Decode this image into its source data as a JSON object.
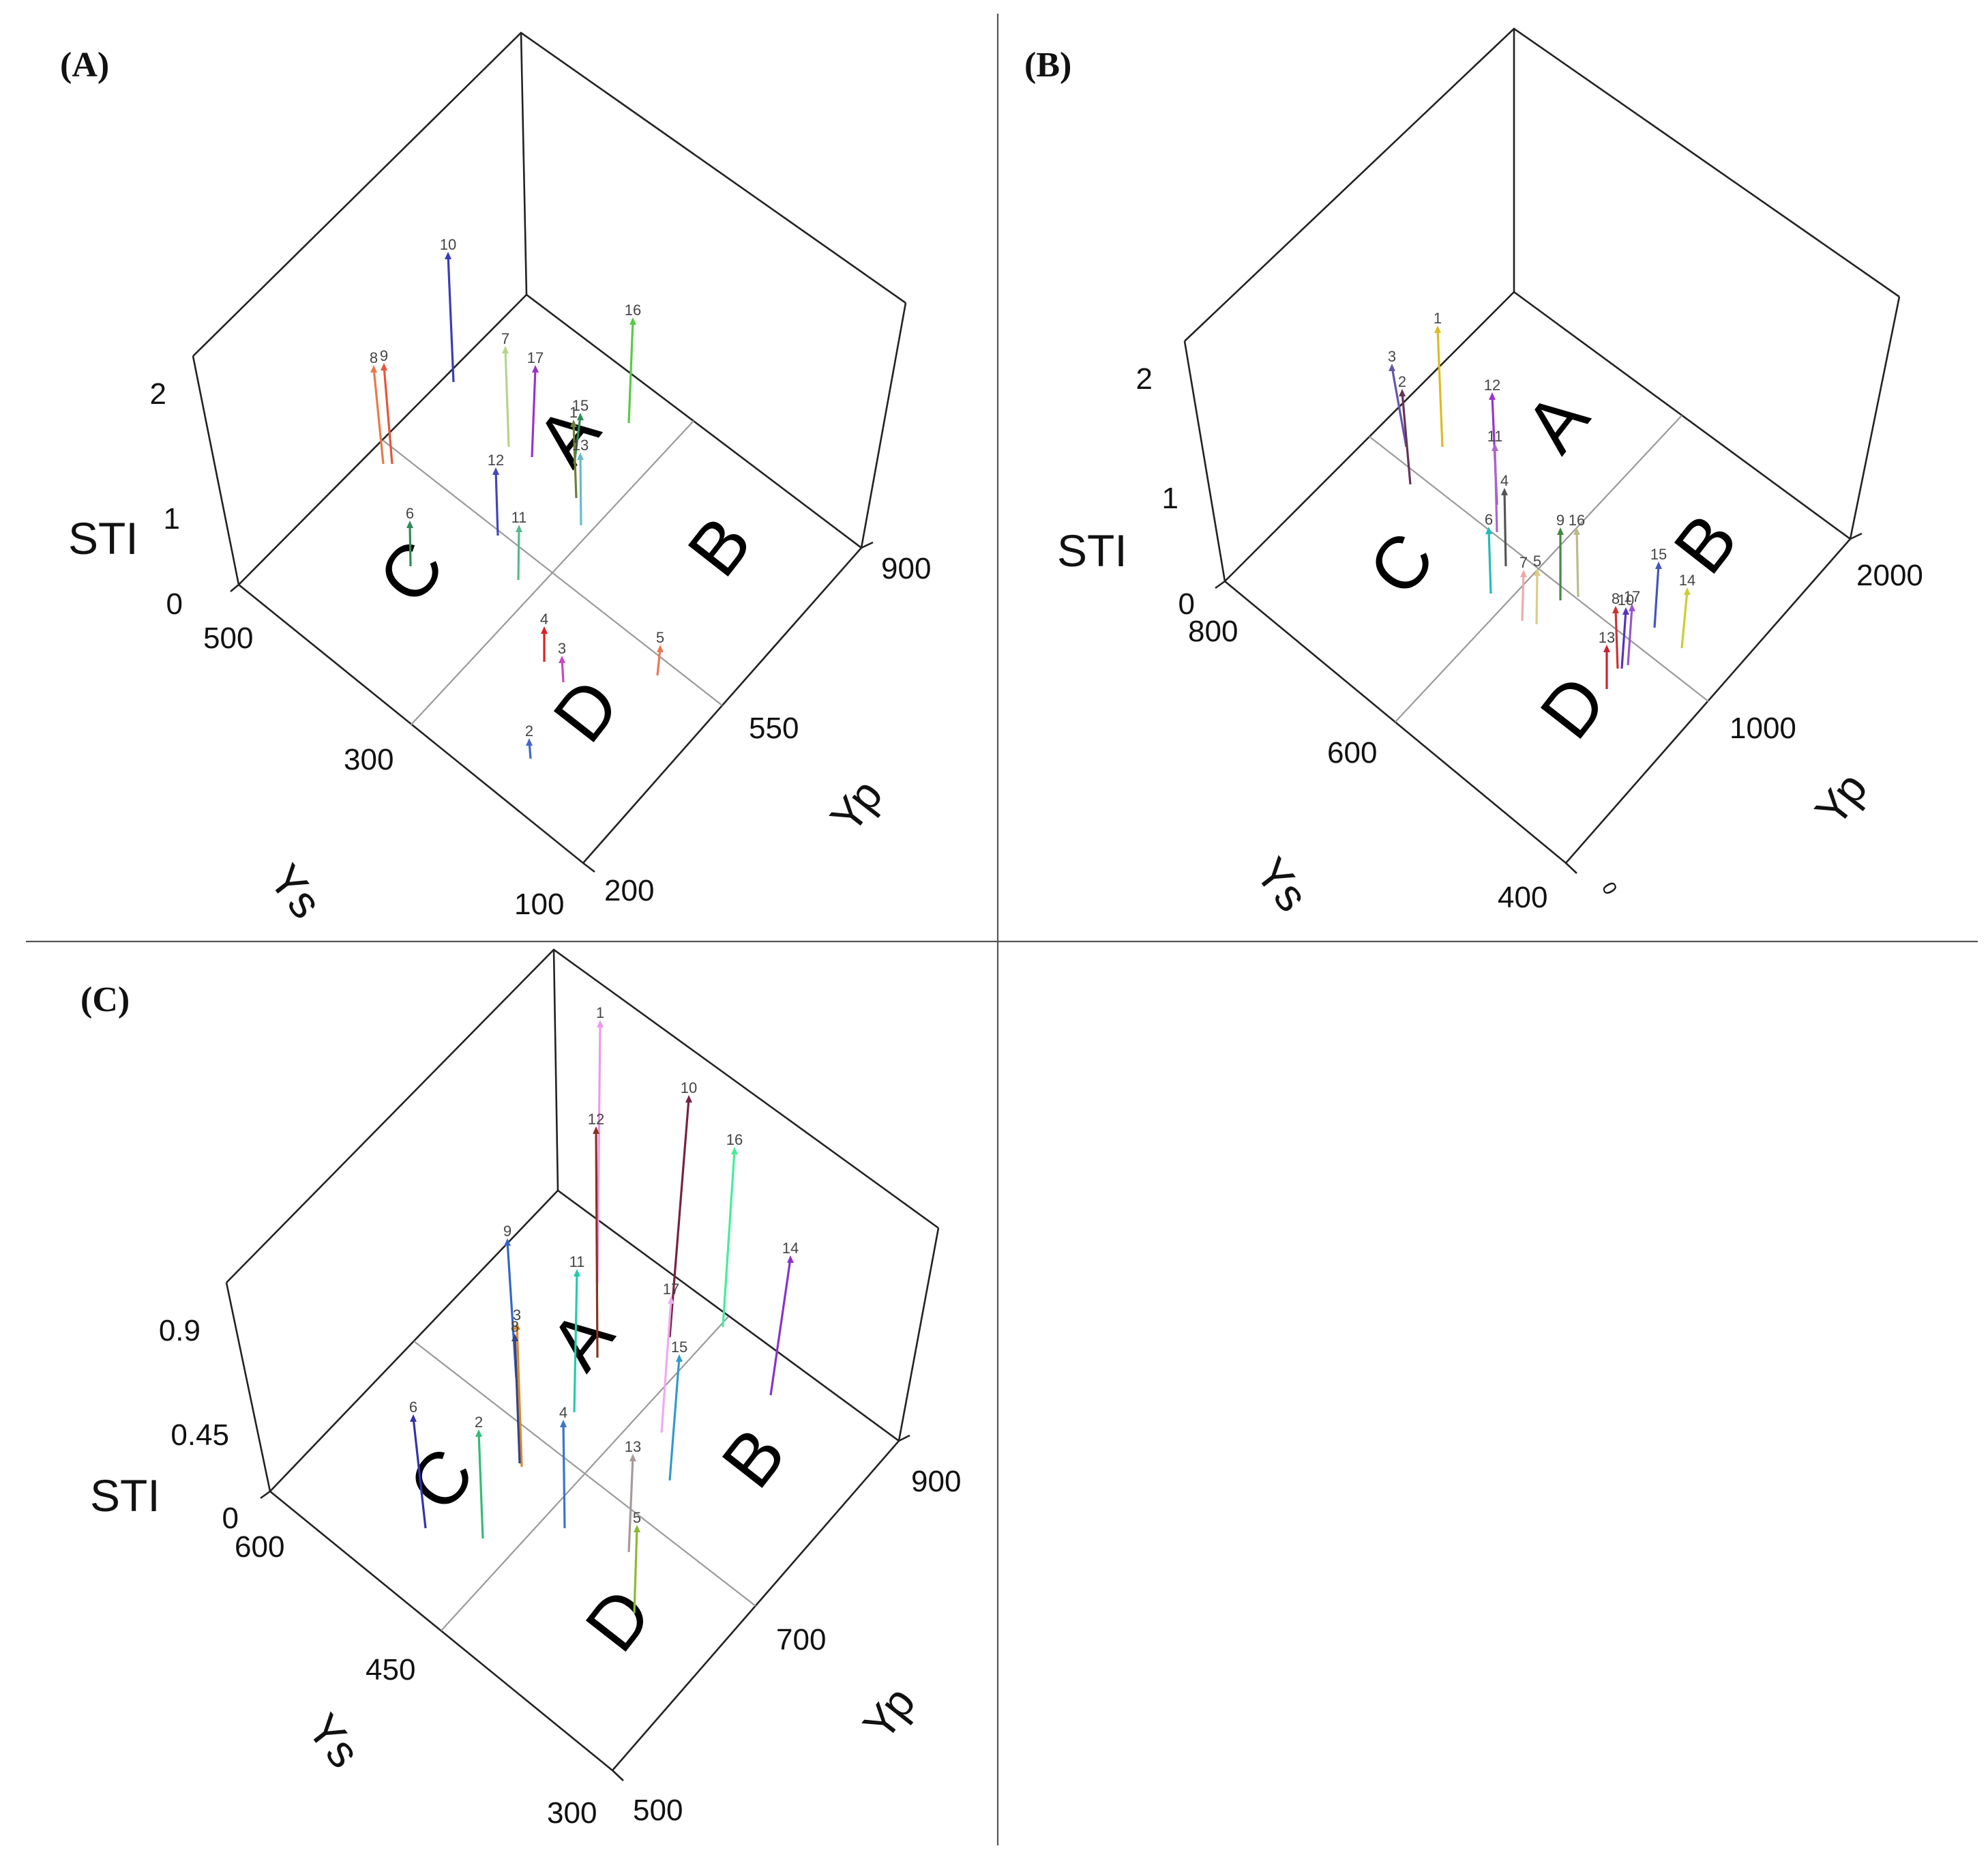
{
  "chart_data": [
    {
      "panel": "(A)",
      "type": "scatter",
      "z_label": "STI",
      "y_label": "Ys",
      "x_label": "Yp",
      "z_ticks": [
        "0",
        "1",
        "2"
      ],
      "y_ticks": [
        "500",
        "300",
        "100"
      ],
      "x_ticks": [
        "200",
        "550",
        "900"
      ],
      "regions": [
        "A",
        "B",
        "C",
        "D"
      ],
      "points": [
        {
          "label": "10",
          "color": "#3b3bb8"
        },
        {
          "label": "16",
          "color": "#55cc44"
        },
        {
          "label": "8",
          "color": "#e87a4a"
        },
        {
          "label": "9",
          "color": "#e8553a"
        },
        {
          "label": "7",
          "color": "#b7d38a"
        },
        {
          "label": "17",
          "color": "#9932cc"
        },
        {
          "label": "15",
          "color": "#2e8b57"
        },
        {
          "label": "1",
          "color": "#6e7e3a"
        },
        {
          "label": "13",
          "color": "#66bbcc"
        },
        {
          "label": "12",
          "color": "#4444bb"
        },
        {
          "label": "11",
          "color": "#55bb88"
        },
        {
          "label": "6",
          "color": "#2e8b57"
        },
        {
          "label": "4",
          "color": "#dd2222"
        },
        {
          "label": "3",
          "color": "#cc44cc"
        },
        {
          "label": "5",
          "color": "#ee7755"
        },
        {
          "label": "2",
          "color": "#4466cc"
        }
      ]
    },
    {
      "panel": "(B)",
      "type": "scatter",
      "z_label": "STI",
      "y_label": "Ys",
      "x_label": "Yp",
      "z_ticks": [
        "0",
        "1",
        "2"
      ],
      "y_ticks": [
        "800",
        "600",
        "400"
      ],
      "x_ticks": [
        "0",
        "1000",
        "2000"
      ],
      "regions": [
        "A",
        "B",
        "C",
        "D"
      ],
      "points": [
        {
          "label": "1",
          "color": "#ddbb22"
        },
        {
          "label": "3",
          "color": "#6655aa"
        },
        {
          "label": "2",
          "color": "#663355"
        },
        {
          "label": "12",
          "color": "#9932cc"
        },
        {
          "label": "11",
          "color": "#aa66cc"
        },
        {
          "label": "4",
          "color": "#555555"
        },
        {
          "label": "6",
          "color": "#22bbbb"
        },
        {
          "label": "9",
          "color": "#448844"
        },
        {
          "label": "16",
          "color": "#bbbb88"
        },
        {
          "label": "7",
          "color": "#eeaaaa"
        },
        {
          "label": "5",
          "color": "#ddcc88"
        },
        {
          "label": "15",
          "color": "#4455bb"
        },
        {
          "label": "14",
          "color": "#cccc33"
        },
        {
          "label": "8",
          "color": "#cc3333"
        },
        {
          "label": "10",
          "color": "#5533bb"
        },
        {
          "label": "17",
          "color": "#9955cc"
        },
        {
          "label": "13",
          "color": "#cc2233"
        }
      ]
    },
    {
      "panel": "(C)",
      "type": "scatter",
      "z_label": "STI",
      "y_label": "Ys",
      "x_label": "Yp",
      "z_ticks": [
        "0",
        "0.45",
        "0.9"
      ],
      "y_ticks": [
        "600",
        "450",
        "300"
      ],
      "x_ticks": [
        "500",
        "700",
        "900"
      ],
      "regions": [
        "A",
        "B",
        "C",
        "D"
      ],
      "points": [
        {
          "label": "1",
          "color": "#ee99ee"
        },
        {
          "label": "10",
          "color": "#772244"
        },
        {
          "label": "12",
          "color": "#883322"
        },
        {
          "label": "16",
          "color": "#44ee99"
        },
        {
          "label": "14",
          "color": "#8833cc"
        },
        {
          "label": "9",
          "color": "#3366cc"
        },
        {
          "label": "17",
          "color": "#f0aaf0"
        },
        {
          "label": "3",
          "color": "#dd8822"
        },
        {
          "label": "8",
          "color": "#334488"
        },
        {
          "label": "11",
          "color": "#22ccaa"
        },
        {
          "label": "15",
          "color": "#3399cc"
        },
        {
          "label": "6",
          "color": "#3333aa"
        },
        {
          "label": "2",
          "color": "#33bb77"
        },
        {
          "label": "4",
          "color": "#3377cc"
        },
        {
          "label": "13",
          "color": "#aa9999"
        },
        {
          "label": "5",
          "color": "#88bb33"
        }
      ]
    }
  ]
}
